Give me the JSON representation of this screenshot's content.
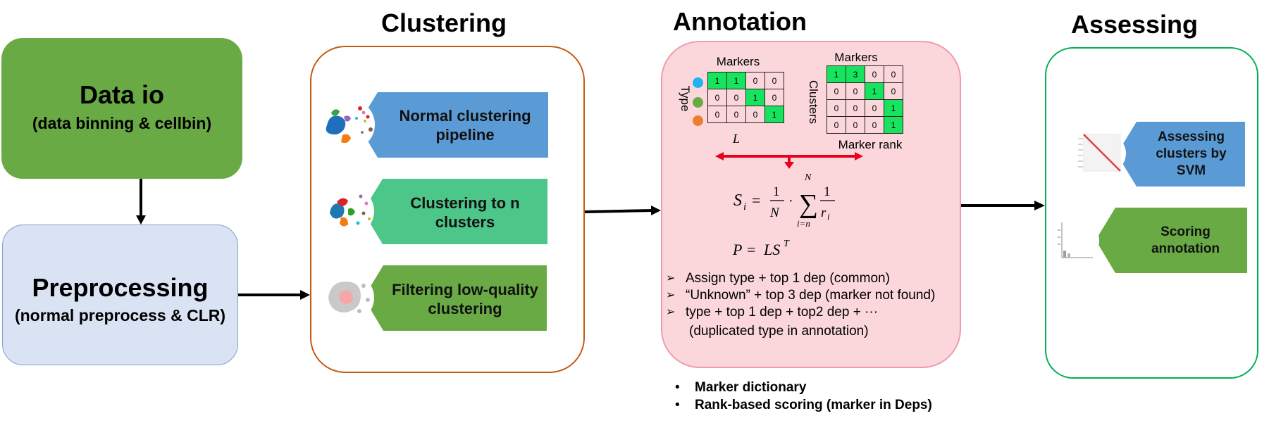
{
  "colors": {
    "green": "#6aaa45",
    "light_blue": "#dae3f3",
    "blue": "#5b9bd5",
    "teal": "#4dc68a",
    "orange_border": "#c55a11",
    "pink": "#fbd7dc",
    "pink_border": "#f09ab0",
    "green_border": "#00b050",
    "grid_on": "#17e35f",
    "red_arrow": "#e8001c"
  },
  "data_io": {
    "title": "Data io",
    "subtitle": "(data binning & cellbin)"
  },
  "preprocessing": {
    "title": "Preprocessing",
    "subtitle": "(normal preprocess & CLR)"
  },
  "clustering": {
    "title": "Clustering",
    "items": [
      {
        "label": "Normal clustering pipeline",
        "icon": "umap-cluster-thumbnail"
      },
      {
        "label": "Clustering to n clusters",
        "icon": "umap-cluster-thumbnail"
      },
      {
        "label": "Filtering low-quality clustering",
        "icon": "umap-filter-thumbnail"
      }
    ]
  },
  "annotation": {
    "title": "Annotation",
    "matrix_L": {
      "col_label": "Markers",
      "row_label": "Type",
      "name": "L",
      "rows": [
        [
          "1",
          "1",
          "0",
          "0"
        ],
        [
          "0",
          "0",
          "1",
          "0"
        ],
        [
          "0",
          "0",
          "0",
          "1"
        ]
      ],
      "dot_colors": [
        "#1fb4ef",
        "#6aaa45",
        "#ed7d31"
      ]
    },
    "matrix_rank": {
      "col_label": "Markers",
      "row_label": "Clusters",
      "name": "Marker rank",
      "rows": [
        [
          "1",
          "3",
          "0",
          "0"
        ],
        [
          "0",
          "0",
          "1",
          "0"
        ],
        [
          "0",
          "0",
          "0",
          "1"
        ],
        [
          "0",
          "0",
          "0",
          "1"
        ]
      ]
    },
    "notes": [
      "Assign type + top 1 dep (common)",
      "“Unknown” + top 3 dep (marker not found)",
      "type + top 1 dep + top2 dep + ···"
    ],
    "notes_continuation": "(duplicated type in annotation)",
    "bullets": [
      "Marker dictionary",
      "Rank-based scoring (marker in Deps)"
    ]
  },
  "assessing": {
    "title": "Assessing",
    "items": [
      {
        "label": "Assessing clusters by SVM",
        "icon": "heatmap-thumbnail"
      },
      {
        "label": "Scoring annotation",
        "icon": "score-plot-thumbnail"
      }
    ]
  }
}
